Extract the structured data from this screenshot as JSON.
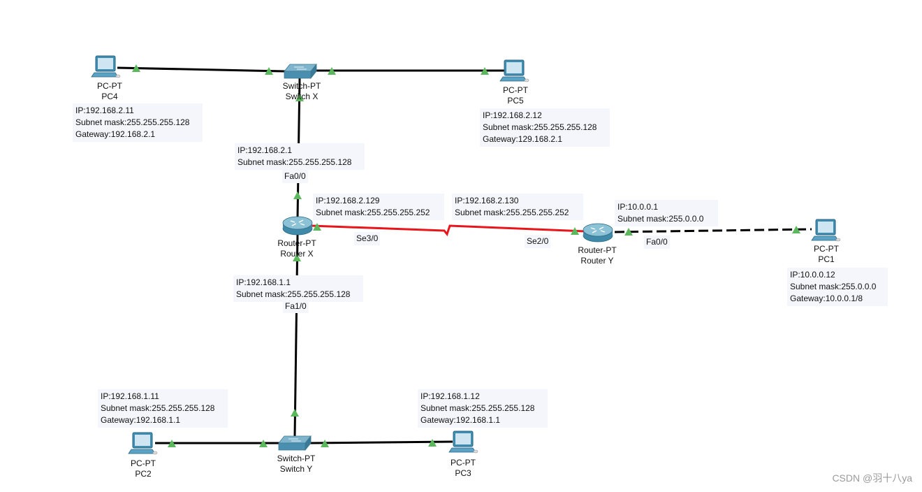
{
  "devices": {
    "pc4": {
      "model": "PC-PT",
      "name": "PC4",
      "note": [
        "IP:192.168.2.11",
        "Subnet mask:255.255.255.128",
        "Gateway:192.168.2.1"
      ]
    },
    "pc5": {
      "model": "PC-PT",
      "name": "PC5",
      "note": [
        "IP:192.168.2.12",
        "Subnet mask:255.255.255.128",
        "Gateway:129.168.2.1"
      ]
    },
    "switch_x": {
      "model": "Switch-PT",
      "name": "Switch X"
    },
    "router_x": {
      "model": "Router-PT",
      "name": "Router X"
    },
    "router_y": {
      "model": "Router-PT",
      "name": "Router Y"
    },
    "pc1": {
      "model": "PC-PT",
      "name": "PC1",
      "note": [
        "IP:10.0.0.12",
        "Subnet mask:255.0.0.0",
        "Gateway:10.0.0.1/8"
      ]
    },
    "switch_y": {
      "model": "Switch-PT",
      "name": "Switch Y"
    },
    "pc2": {
      "model": "PC-PT",
      "name": "PC2",
      "note": [
        "IP:192.168.1.11",
        "Subnet mask:255.255.255.128",
        "Gateway:192.168.1.1"
      ]
    },
    "pc3": {
      "model": "PC-PT",
      "name": "PC3",
      "note": [
        "IP:192.168.1.12",
        "Subnet mask:255.255.255.128",
        "Gateway:192.168.1.1"
      ]
    }
  },
  "interfaces": {
    "router_x_fa00": {
      "note": [
        "IP:192.168.2.1",
        "Subnet mask:255.255.255.128"
      ],
      "port": "Fa0/0"
    },
    "router_x_fa10": {
      "note": [
        "IP:192.168.1.1",
        "Subnet mask:255.255.255.128"
      ],
      "port": "Fa1/0"
    },
    "router_x_se30": {
      "note": [
        "IP:192.168.2.129",
        "Subnet mask:255.255.255.252"
      ],
      "port": "Se3/0"
    },
    "router_y_se20": {
      "note": [
        "IP:192.168.2.130",
        "Subnet mask:255.255.255.252"
      ],
      "port": "Se2/0"
    },
    "router_y_fa00": {
      "note": [
        "IP:10.0.0.1",
        "Subnet mask:255.0.0.0"
      ],
      "port": "Fa0/0"
    }
  },
  "colors": {
    "link": "#000000",
    "serial_link": "#e8161b",
    "link_up": "#5cb85c",
    "note_bg": "#f4f6fb",
    "device_blue": "#4a8fb0"
  },
  "watermark": "CSDN @羽十八ya"
}
